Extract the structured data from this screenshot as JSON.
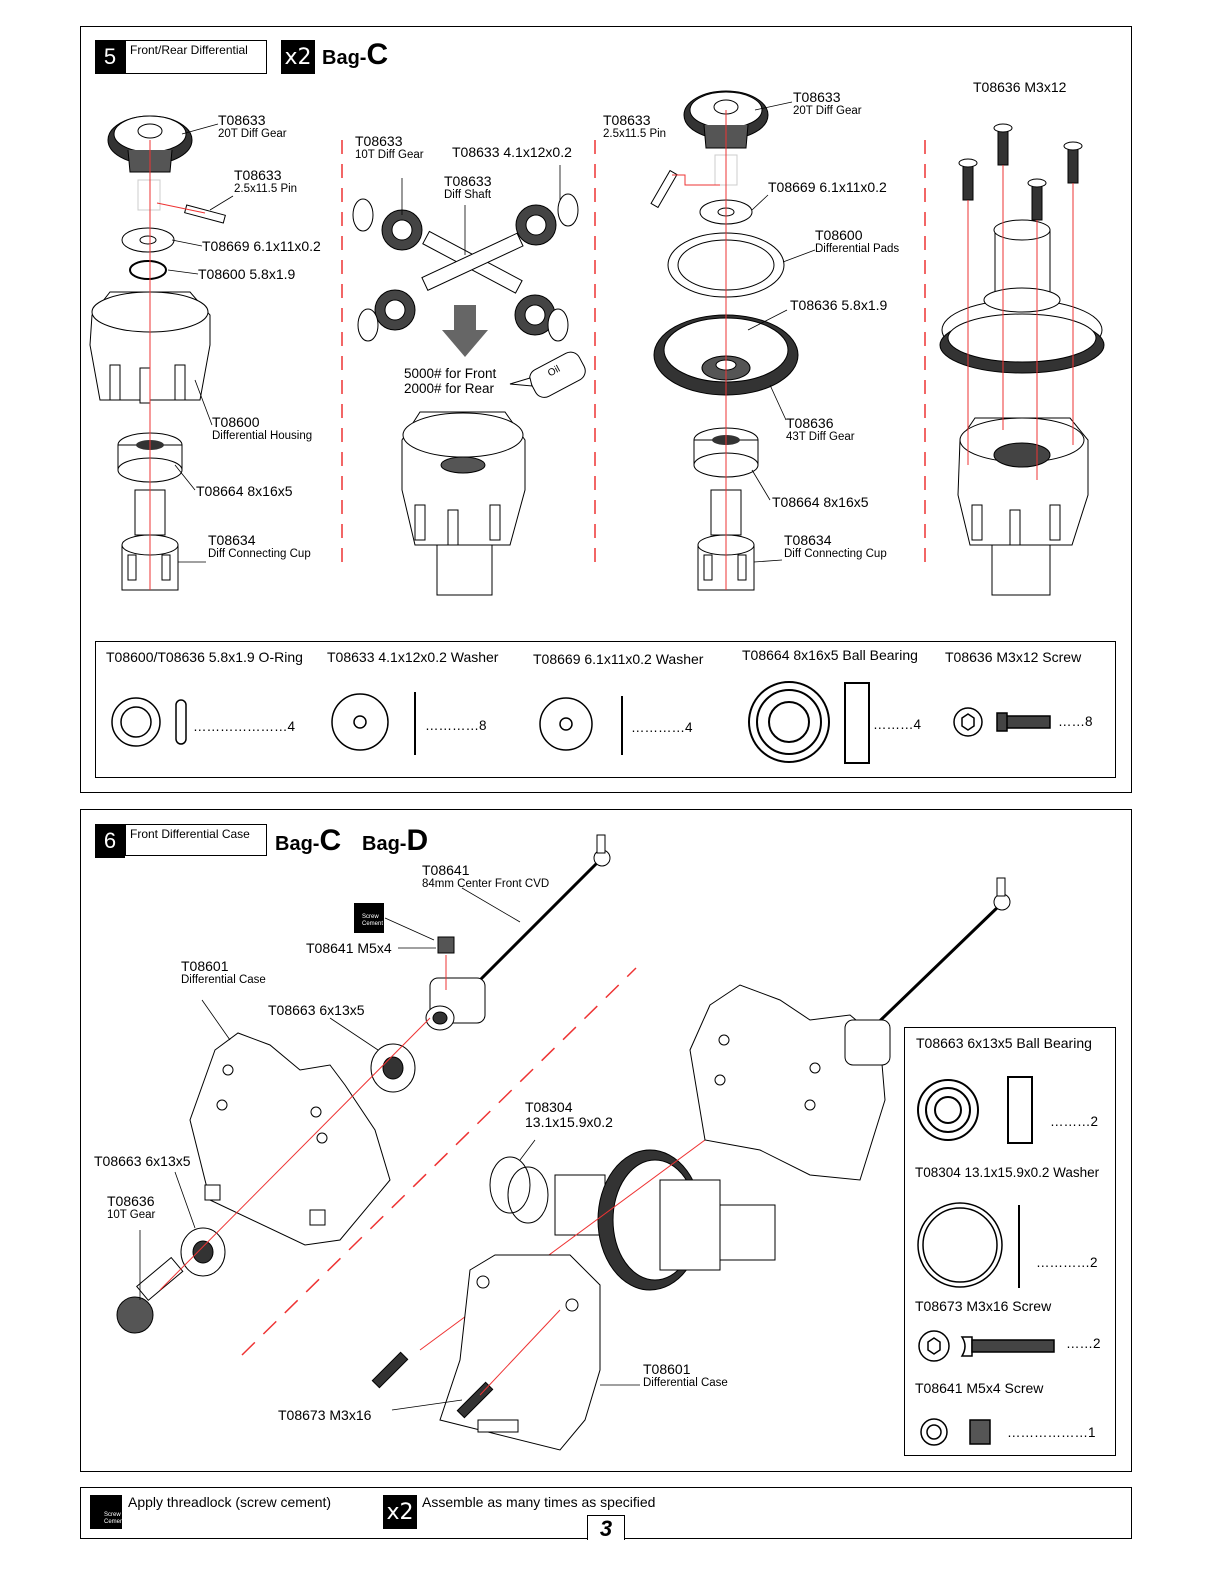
{
  "step5": {
    "number": "5",
    "title": "Front/Rear Differential",
    "multiplier": "x2",
    "bag_prefix": "Bag-",
    "bag_letter": "C",
    "labels": {
      "a_gear_pn": "T08633",
      "a_gear_desc": "20T Diff Gear",
      "a_pin_pn": "T08633",
      "a_pin_desc": "2.5x11.5 Pin",
      "a_washer": "T08669 6.1x11x0.2",
      "a_oring": "T08600 5.8x1.9",
      "a_housing_pn": "T08600",
      "a_housing_desc": "Differential Housing",
      "a_bearing": "T08664  8x16x5",
      "a_cup_pn": "T08634",
      "a_cup_desc": "Diff Connecting Cup",
      "b_gear_pn": "T08633",
      "b_gear_desc": "10T Diff Gear",
      "b_washer": "T08633 4.1x12x0.2",
      "b_shaft_pn": "T08633",
      "b_shaft_desc": "Diff Shaft",
      "b_oil_front": "5000# for Front",
      "b_oil_rear": "2000# for Rear",
      "b_oil_bottle": "Oil",
      "c_pin_pn": "T08633",
      "c_pin_desc": "2.5x11.5 Pin",
      "c_gear_pn": "T08633",
      "c_gear_desc": "20T Diff Gear",
      "c_washer": "T08669 6.1x11x0.2",
      "c_pads_pn": "T08600",
      "c_pads_desc": "Differential Pads",
      "c_oring": "T08636 5.8x1.9",
      "c_ring_pn": "T08636",
      "c_ring_desc": "43T Diff Gear",
      "c_bearing": "T08664  8x16x5",
      "c_cup_pn": "T08634",
      "c_cup_desc": "Diff Connecting Cup",
      "d_screw": "T08636  M3x12"
    },
    "parts": [
      {
        "name": "T08600/T08636  5.8x1.9 O-Ring",
        "qty": "…………………4"
      },
      {
        "name": "T08633  4.1x12x0.2 Washer",
        "qty": "…………8"
      },
      {
        "name": "T08669  6.1x11x0.2 Washer",
        "qty": "…………4"
      },
      {
        "name": "T08664  8x16x5 Ball Bearing",
        "qty": "………4"
      },
      {
        "name": "T08636  M3x12 Screw",
        "qty": "……8"
      }
    ]
  },
  "step6": {
    "number": "6",
    "title": "Front Differential Case",
    "bag1_prefix": "Bag-",
    "bag1_letter": "C",
    "bag2_prefix": "Bag-",
    "bag2_letter": "D",
    "labels": {
      "cvd_pn": "T08641",
      "cvd_desc": "84mm Center Front CVD",
      "setscrew": "T08641  M5x4",
      "case_pn": "T08601",
      "case_desc": "Differential Case",
      "bearing_top": "T08663 6x13x5",
      "bearing_left": "T08663 6x13x5",
      "gear_pn": "T08636",
      "gear_desc": "10T Gear",
      "washer_pn": "T08304",
      "washer_desc": "13.1x15.9x0.2",
      "case2_pn": "T08601",
      "case2_desc": "Differential Case",
      "screw": "T08673  M3x16",
      "cement_line1": "Screw",
      "cement_line2": "Cement"
    },
    "parts": [
      {
        "name": "T08663  6x13x5 Ball Bearing",
        "qty": "………2"
      },
      {
        "name": "T08304 13.1x15.9x0.2 Washer",
        "qty": "…………2"
      },
      {
        "name": "T08673  M3x16 Screw",
        "qty": "……2"
      },
      {
        "name": "T08641  M5x4 Screw",
        "qty": "………………1"
      }
    ]
  },
  "footer": {
    "threadlock": "Apply threadlock (screw cement)",
    "multiplier": "x2",
    "assemble": "Assemble as many times as specified",
    "page": "3",
    "cement_line1": "Screw",
    "cement_line2": "Cement"
  }
}
